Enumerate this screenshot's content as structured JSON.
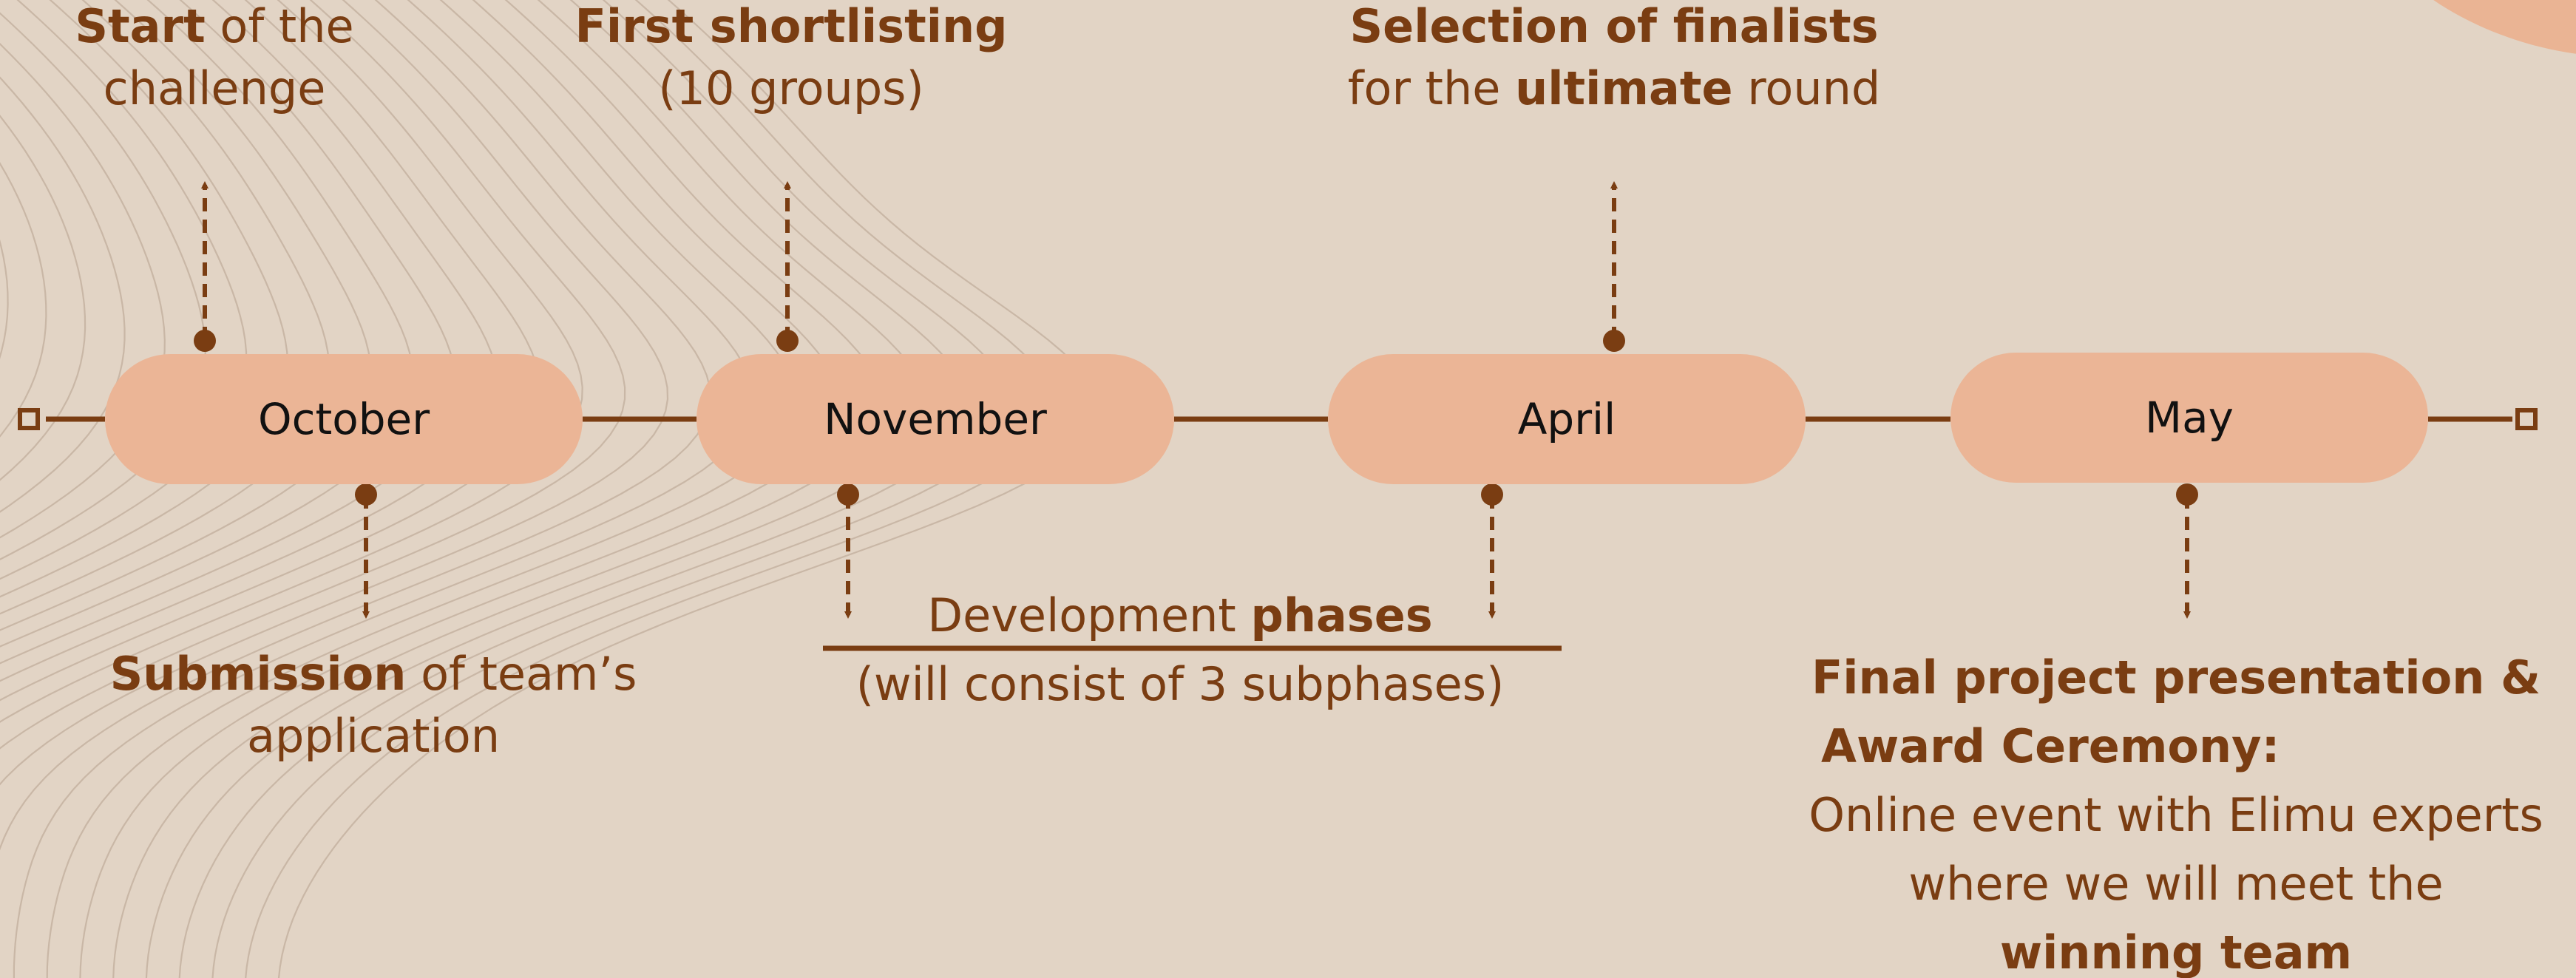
{
  "colors": {
    "background": "#e2d4c5",
    "pill": "#ebb596",
    "accent": "#7a3d12",
    "wave_line": "#c9b7a6",
    "corner_shape": "#eab494",
    "month_text": "#111111"
  },
  "months": [
    {
      "label": "October"
    },
    {
      "label": "November"
    },
    {
      "label": "April"
    },
    {
      "label": "May"
    }
  ],
  "events_above": {
    "start": {
      "bold": "Start",
      "rest": " of the",
      "line2": "challenge"
    },
    "first_shortlisting": {
      "line1": "First shortlisting",
      "line2": "(10 groups)"
    },
    "selection": {
      "line1": "Selection of finalists",
      "line2_pre": "for the ",
      "line2_bold": "ultimate",
      "line2_post": " round"
    }
  },
  "events_below": {
    "submission": {
      "bold": "Submission",
      "rest": " of team’s",
      "line2": "application"
    },
    "development": {
      "pre": "Development ",
      "bold": "phases",
      "line2": "(will consist of 3 subphases)"
    },
    "final": {
      "line1": "Final project presentation &",
      "line2": "Award Ceremony:",
      "line3": "Online event with Elimu experts",
      "line4": "where we will meet the",
      "line5": "winning team"
    }
  }
}
